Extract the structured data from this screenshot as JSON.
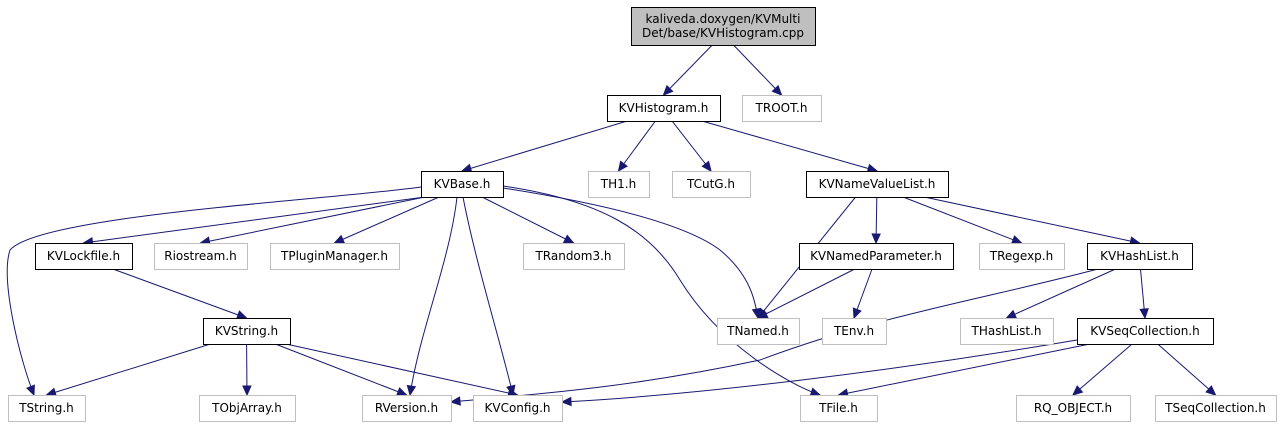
{
  "colors": {
    "edge": "#191970",
    "root_fill": "#bfbfbf",
    "root_stroke": "#000000",
    "documented_stroke": "#000000",
    "external_stroke": "#bfbfbf"
  },
  "nodes": {
    "root": {
      "lines": [
        "kaliveda.doxygen/KVMulti",
        "Det/base/KVHistogram.cpp"
      ],
      "kind": "root"
    },
    "kvhistogram": {
      "lines": [
        "KVHistogram.h"
      ],
      "kind": "documented"
    },
    "troot": {
      "lines": [
        "TROOT.h"
      ],
      "kind": "external"
    },
    "kvbase": {
      "lines": [
        "KVBase.h"
      ],
      "kind": "documented"
    },
    "th1": {
      "lines": [
        "TH1.h"
      ],
      "kind": "external"
    },
    "tcutg": {
      "lines": [
        "TCutG.h"
      ],
      "kind": "external"
    },
    "kvnamevaluelist": {
      "lines": [
        "KVNameValueList.h"
      ],
      "kind": "documented"
    },
    "kvlockfile": {
      "lines": [
        "KVLockfile.h"
      ],
      "kind": "documented"
    },
    "riostream": {
      "lines": [
        "Riostream.h"
      ],
      "kind": "external"
    },
    "tpluginmanager": {
      "lines": [
        "TPluginManager.h"
      ],
      "kind": "external"
    },
    "trandom3": {
      "lines": [
        "TRandom3.h"
      ],
      "kind": "external"
    },
    "kvnamedparameter": {
      "lines": [
        "KVNamedParameter.h"
      ],
      "kind": "documented"
    },
    "tregexp": {
      "lines": [
        "TRegexp.h"
      ],
      "kind": "external"
    },
    "kvhashlist": {
      "lines": [
        "KVHashList.h"
      ],
      "kind": "documented"
    },
    "kvstring": {
      "lines": [
        "KVString.h"
      ],
      "kind": "documented"
    },
    "tnamed": {
      "lines": [
        "TNamed.h"
      ],
      "kind": "external"
    },
    "tenv": {
      "lines": [
        "TEnv.h"
      ],
      "kind": "external"
    },
    "thashlist": {
      "lines": [
        "THashList.h"
      ],
      "kind": "external"
    },
    "kvseqcollection": {
      "lines": [
        "KVSeqCollection.h"
      ],
      "kind": "documented"
    },
    "tstring": {
      "lines": [
        "TString.h"
      ],
      "kind": "external"
    },
    "tobjarray": {
      "lines": [
        "TObjArray.h"
      ],
      "kind": "external"
    },
    "rversion": {
      "lines": [
        "RVersion.h"
      ],
      "kind": "external"
    },
    "kvconfig": {
      "lines": [
        "KVConfig.h"
      ],
      "kind": "external"
    },
    "tfile": {
      "lines": [
        "TFile.h"
      ],
      "kind": "external"
    },
    "rq_object": {
      "lines": [
        "RQ_OBJECT.h"
      ],
      "kind": "external"
    },
    "tseqcollection": {
      "lines": [
        "TSeqCollection.h"
      ],
      "kind": "external"
    }
  },
  "edges": [
    [
      "root",
      "kvhistogram"
    ],
    [
      "root",
      "troot"
    ],
    [
      "kvhistogram",
      "kvbase"
    ],
    [
      "kvhistogram",
      "th1"
    ],
    [
      "kvhistogram",
      "tcutg"
    ],
    [
      "kvhistogram",
      "kvnamevaluelist"
    ],
    [
      "kvbase",
      "kvlockfile"
    ],
    [
      "kvbase",
      "riostream"
    ],
    [
      "kvbase",
      "tpluginmanager"
    ],
    [
      "kvbase",
      "trandom3"
    ],
    [
      "kvbase",
      "tstring"
    ],
    [
      "kvbase",
      "rversion"
    ],
    [
      "kvbase",
      "kvconfig"
    ],
    [
      "kvbase",
      "tnamed"
    ],
    [
      "kvbase",
      "tfile"
    ],
    [
      "kvnamevaluelist",
      "tnamed"
    ],
    [
      "kvnamevaluelist",
      "kvnamedparameter"
    ],
    [
      "kvnamevaluelist",
      "tregexp"
    ],
    [
      "kvnamevaluelist",
      "kvhashlist"
    ],
    [
      "kvlockfile",
      "kvstring"
    ],
    [
      "kvstring",
      "tstring"
    ],
    [
      "kvstring",
      "tobjarray"
    ],
    [
      "kvstring",
      "rversion"
    ],
    [
      "kvstring",
      "kvconfig"
    ],
    [
      "kvnamedparameter",
      "tnamed"
    ],
    [
      "kvnamedparameter",
      "tenv"
    ],
    [
      "kvhashlist",
      "rversion"
    ],
    [
      "kvhashlist",
      "thashlist"
    ],
    [
      "kvhashlist",
      "kvseqcollection"
    ],
    [
      "kvseqcollection",
      "kvconfig"
    ],
    [
      "kvseqcollection",
      "tfile"
    ],
    [
      "kvseqcollection",
      "rq_object"
    ],
    [
      "kvseqcollection",
      "tseqcollection"
    ]
  ]
}
